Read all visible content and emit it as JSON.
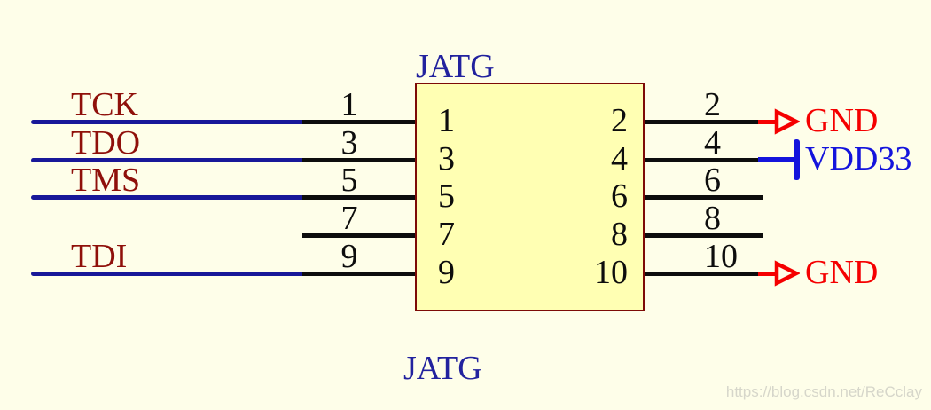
{
  "component": {
    "designator": "JATG",
    "name_label": "JATG"
  },
  "left_pins": [
    {
      "net": "TCK",
      "number": "1"
    },
    {
      "net": "TDO",
      "number": "3"
    },
    {
      "net": "TMS",
      "number": "5"
    },
    {
      "net": "",
      "number": "7"
    },
    {
      "net": "TDI",
      "number": "9"
    }
  ],
  "right_pins": [
    {
      "number": "2",
      "terminal": "GND"
    },
    {
      "number": "4",
      "terminal": "VDD33"
    },
    {
      "number": "6",
      "terminal": ""
    },
    {
      "number": "8",
      "terminal": ""
    },
    {
      "number": "10",
      "terminal": "GND"
    }
  ],
  "colors": {
    "sheet_bg": "#FEFEE9",
    "body_fill": "#FFFFB3",
    "body_border": "#7D0B06",
    "wire_blue": "#181899",
    "net_red": "#8F100A",
    "pin_black": "#0D0D0D",
    "gnd_red": "#F50000",
    "pwr_blue": "#1414DC",
    "designator_blue": "#22229E",
    "watermark_gray": "#D6D6CA"
  },
  "watermark": "https://blog.csdn.net/ReCclay"
}
